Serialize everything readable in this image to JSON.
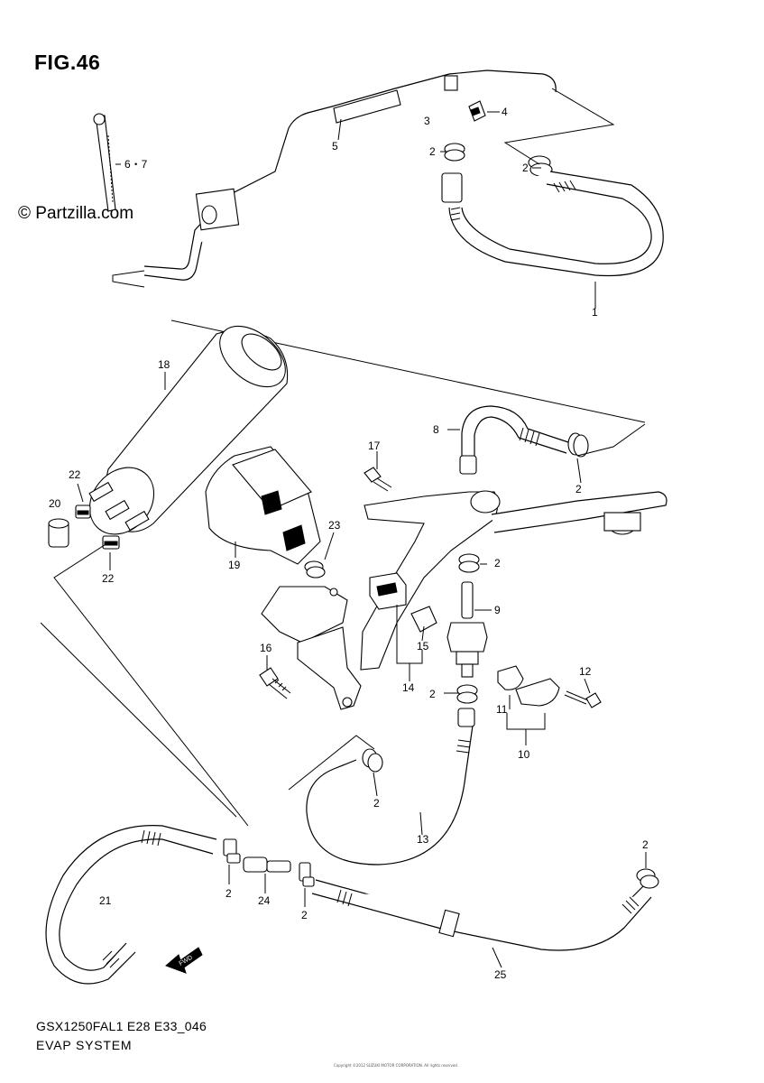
{
  "figure": {
    "title": "FIG.46"
  },
  "watermark": {
    "text": "© Partzilla.com"
  },
  "footer": {
    "model_code": "GSX1250FAL1 E28 E33_046",
    "section_name": "EVAP SYSTEM",
    "fine_print": "Copyright ©2012 SUZUKI MOTOR CORPORATION. All rights reserved."
  },
  "callouts": [
    {
      "id": "c1",
      "text": "1"
    },
    {
      "id": "c2a",
      "text": "2"
    },
    {
      "id": "c2b",
      "text": "2"
    },
    {
      "id": "c3",
      "text": "3"
    },
    {
      "id": "c4",
      "text": "4"
    },
    {
      "id": "c5",
      "text": "5"
    },
    {
      "id": "c67",
      "text": "6・7"
    },
    {
      "id": "c8",
      "text": "8"
    },
    {
      "id": "c2c",
      "text": "2"
    },
    {
      "id": "c17",
      "text": "17"
    },
    {
      "id": "c18",
      "text": "18"
    },
    {
      "id": "c22a",
      "text": "22"
    },
    {
      "id": "c20",
      "text": "20"
    },
    {
      "id": "c22b",
      "text": "22"
    },
    {
      "id": "c19",
      "text": "19"
    },
    {
      "id": "c23",
      "text": "23"
    },
    {
      "id": "c2d",
      "text": "2"
    },
    {
      "id": "c9",
      "text": "9"
    },
    {
      "id": "c15",
      "text": "15"
    },
    {
      "id": "c16",
      "text": "16"
    },
    {
      "id": "c14",
      "text": "14"
    },
    {
      "id": "c2e",
      "text": "2"
    },
    {
      "id": "c12",
      "text": "12"
    },
    {
      "id": "c11",
      "text": "11"
    },
    {
      "id": "c10",
      "text": "10"
    },
    {
      "id": "c2f",
      "text": "2"
    },
    {
      "id": "c13",
      "text": "13"
    },
    {
      "id": "c2g",
      "text": "2"
    },
    {
      "id": "c21",
      "text": "21"
    },
    {
      "id": "c2h",
      "text": "2"
    },
    {
      "id": "c24",
      "text": "24"
    },
    {
      "id": "c2i",
      "text": "2"
    },
    {
      "id": "c25",
      "text": "25"
    }
  ],
  "fwd_arrow": {
    "text": "FWD"
  }
}
